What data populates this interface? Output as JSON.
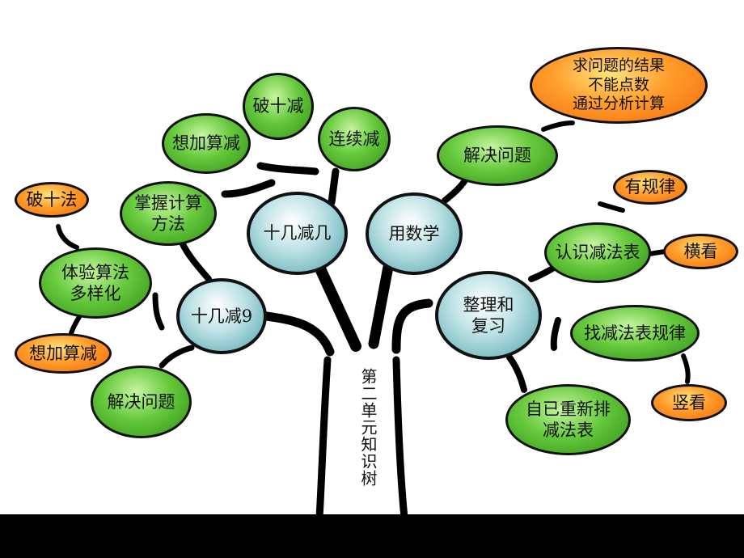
{
  "trunk_label": "第二单元知识树",
  "main_nodes": {
    "shiji_jianji": "十几减几",
    "yong_shuxue": "用数学",
    "shiji_jian9": "十几减9",
    "zhengli_fuxi": "整理和\n复习"
  },
  "green_nodes": {
    "pohijian": "破十减",
    "xiangjia_suanjian": "想加算减",
    "lianxu_jian": "连续减",
    "zhangwo_fangfa": "掌握计算\n方法",
    "tiyan_suanfa": "体验算法\n多样化",
    "jiejue_wenti_left": "解决问题",
    "jiejue_wenti_right": "解决问题",
    "renshi_jianfabiao": "认识减法表",
    "zhao_guilv": "找减法表规律",
    "zijichong_xinpai": "自已重新排\n减法表"
  },
  "orange_nodes": {
    "pohifa": "破十法",
    "xiangjia_suanjian": "想加算减",
    "qiu_wenti": "求问题的结果\n不能点数\n通过分析计算",
    "you_guilv": "有规律",
    "hengkan": "横看",
    "shukan": "竖看"
  },
  "colors": {
    "green": "#4caf2a",
    "teal": "#5aa9b0",
    "orange": "#ff8a1c",
    "branch": "#000000"
  }
}
